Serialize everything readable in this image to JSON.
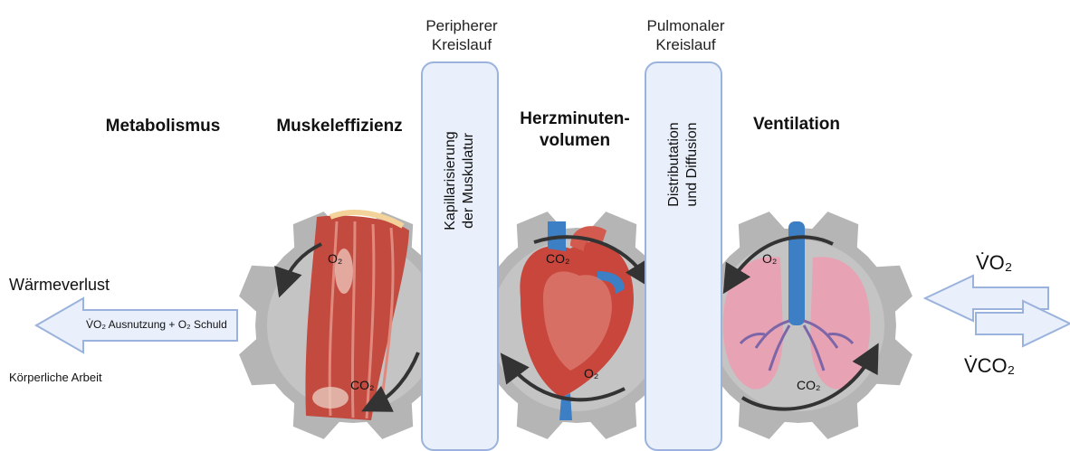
{
  "headings": {
    "metabolism": "Metabolismus",
    "muscle_efficiency": "Muskeleffizienz",
    "cardiac_output_line1": "Herzminuten-",
    "cardiac_output_line2": "volumen",
    "ventilation": "Ventilation"
  },
  "circulations": {
    "peripheral_line1": "Peripherer",
    "peripheral_line2": "Kreislauf",
    "pulmonary_line1": "Pulmonaler",
    "pulmonary_line2": "Kreislauf"
  },
  "panels": {
    "capillarization_line1": "Kapillarisierung",
    "capillarization_line2": "der Muskulatur",
    "distribution_line1": "Distributation",
    "distribution_line2": "und Diffusion"
  },
  "left": {
    "heat_loss": "Wärmeverlust",
    "arrow_label": "V̇O₂ Ausnutzung + O₂ Schuld",
    "physical_work": "Körperliche Arbeit"
  },
  "right": {
    "vo2": "V̇O₂",
    "vco2": "V̇CO₂"
  },
  "gears": {
    "muscle": {
      "o2": "O₂",
      "co2": "CO₂"
    },
    "heart": {
      "o2": "O₂",
      "co2": "CO₂"
    },
    "lungs": {
      "o2": "O₂",
      "co2": "CO₂"
    }
  },
  "icons": [
    "gear-icon",
    "muscle-icon",
    "heart-icon",
    "lungs-icon",
    "rotation-arrow-icon"
  ],
  "colors": {
    "gear": "#b5b5b5",
    "panel_fill": "#e9f0fb",
    "panel_border": "#9bb3dc",
    "muscle": "#c24a3e",
    "heart": "#c8463c",
    "vessel_blue": "#3d7fc4",
    "lung": "#e7a3b4"
  }
}
